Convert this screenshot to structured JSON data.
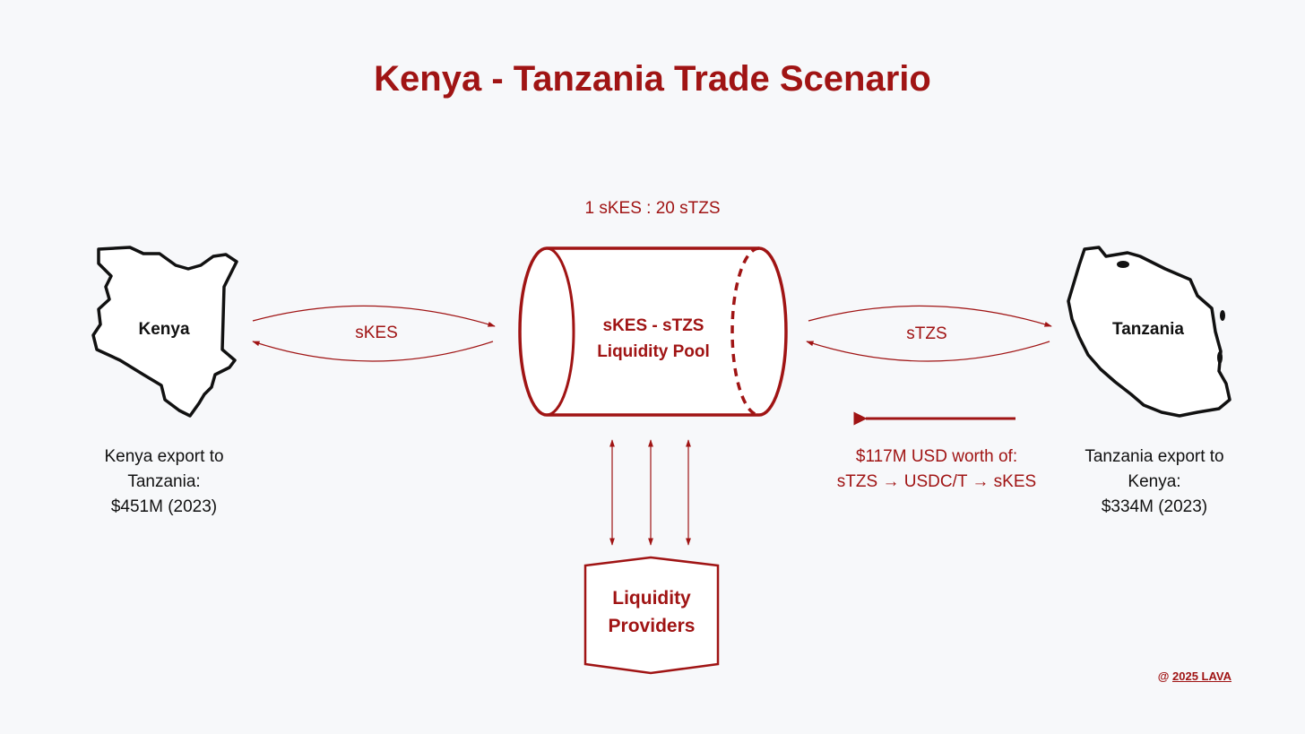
{
  "title": "Kenya - Tanzania Trade Scenario",
  "colors": {
    "accent": "#a01414",
    "text": "#111111",
    "background": "#f7f8fa"
  },
  "rate": "1 sKES : 20 sTZS",
  "pool": {
    "line1": "sKES - sTZS",
    "line2": "Liquidity Pool"
  },
  "kenya": {
    "name": "Kenya",
    "export_lines": [
      "Kenya export to",
      "Tanzania:",
      "$451M (2023)"
    ]
  },
  "tanzania": {
    "name": "Tanzania",
    "export_lines": [
      "Tanzania export to",
      "Kenya:",
      "$334M (2023)"
    ]
  },
  "flows": {
    "left_token": "sKES",
    "right_token": "sTZS"
  },
  "swap": {
    "line1": "$117M USD worth of:",
    "line2": "sTZS → USDC/T → sKES"
  },
  "providers": {
    "line1": "Liquidity",
    "line2": "Providers"
  },
  "footer": {
    "prefix": "@ ",
    "link": "2025 LAVA"
  }
}
